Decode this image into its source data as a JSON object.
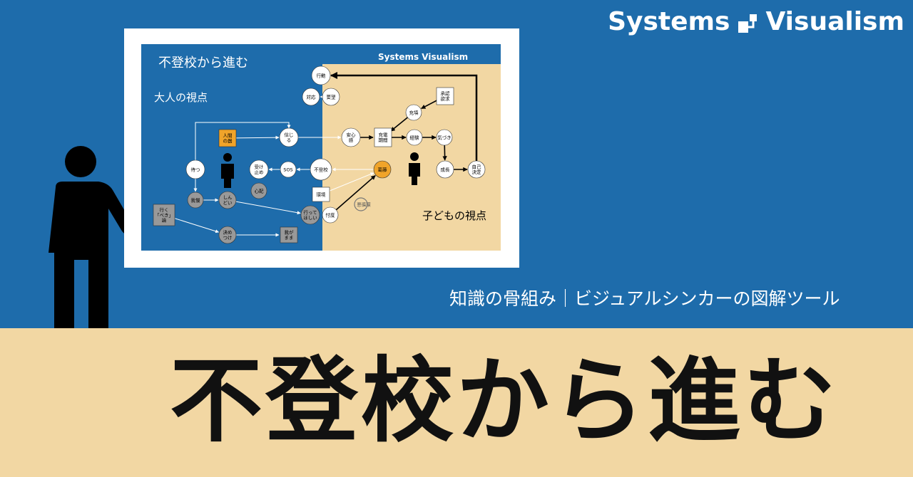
{
  "brand": {
    "name_left": "Systems",
    "name_right": "Visualism"
  },
  "subtitle": "知識の骨組み｜ビジュアルシンカーの図解ツール",
  "title": "不登校から進む",
  "diagram": {
    "title": "不登校から進む",
    "brand": "Systems Visualism",
    "adult_view": "大人の視点",
    "child_view": "子どもの視点",
    "nodes": {
      "koudou": "行動",
      "taiou": "対応",
      "youbou": "要望",
      "shounin": "承認\n欲求",
      "juuten": "充填",
      "ningen": "人間\nの器",
      "shinjiru": "信じ\nる",
      "anshin": "安心\n感",
      "juuden": "充電\n期間",
      "keiken": "経験",
      "kizuki": "気づき",
      "matsu": "待つ",
      "uketome": "受け\n止め",
      "sos": "SOS",
      "futoukou": "不登校",
      "kattou": "葛藤",
      "seichou": "成長",
      "jiko": "自己\n決定",
      "shinpai": "心配",
      "kankyou": "環境",
      "akushunkan": "悪循環",
      "gaman": "我慢",
      "shindoi": "しん\nどい",
      "ittehoshii": "行って\nほしい",
      "sontaku": "忖度",
      "beki": "行く\n「べき」\n論",
      "kimetsuke": "決め\nつけ",
      "wagamama": "我が\nまま"
    }
  }
}
